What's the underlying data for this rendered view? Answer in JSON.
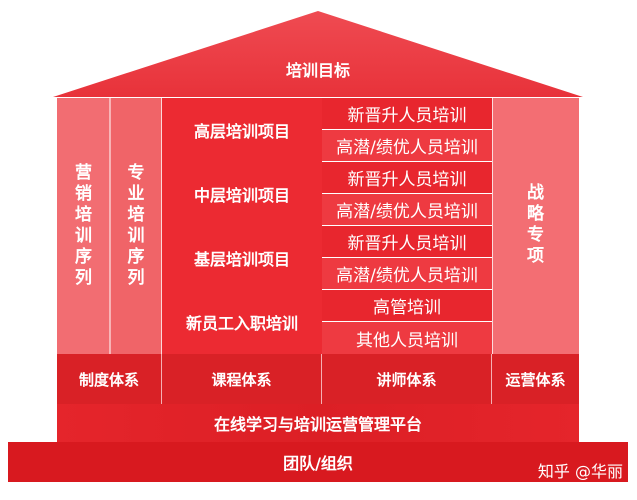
{
  "roof": {
    "title": "培训目标"
  },
  "left_pillars": [
    {
      "label": "营销培训序列"
    },
    {
      "label": "专业培训序列"
    }
  ],
  "right_pillar": {
    "label": "战略专项"
  },
  "programs": [
    {
      "name": "高层培训项目",
      "items": [
        "新晋升人员培训",
        "高潜/绩优人员培训"
      ]
    },
    {
      "name": "中层培训项目",
      "items": [
        "新晋升人员培训",
        "高潜/绩优人员培训"
      ]
    },
    {
      "name": "基层培训项目",
      "items": [
        "新晋升人员培训",
        "高潜/绩优人员培训"
      ]
    },
    {
      "name": "新员工入职培训",
      "items": [
        "高管培训",
        "其他人员培训"
      ]
    }
  ],
  "systems": [
    "制度体系",
    "课程体系",
    "讲师体系",
    "运营体系"
  ],
  "platform": "在线学习与培训运营管理平台",
  "foundation": "团队/组织",
  "watermark": "知乎 @华丽",
  "colors": {
    "roof": "#ed3a42",
    "pillar": "#f26d72",
    "program": "#ec2a32",
    "systems_row": "#d92126",
    "platform": "#e12127",
    "foundation": "#d8191f"
  }
}
